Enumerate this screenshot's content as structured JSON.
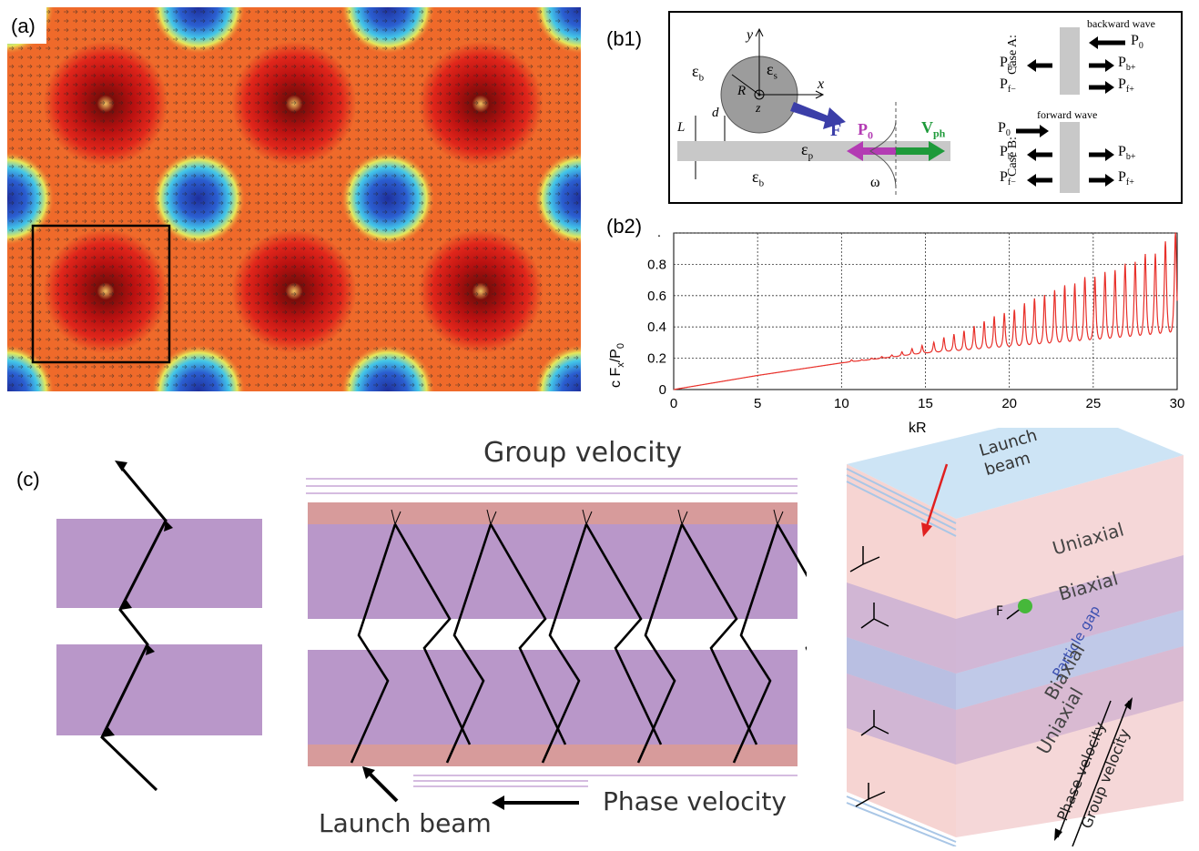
{
  "panel_labels": {
    "a": "(a)",
    "b1": "(b1)",
    "b2": "(b2)",
    "c": "(c)"
  },
  "b1": {
    "y": "y",
    "x": "x",
    "eps_b_top": "ε",
    "eps_b_top_sub": "b",
    "R": "R",
    "z": "z",
    "eps_s": "ε",
    "eps_s_sub": "s",
    "F": "F",
    "d": "d",
    "L": "L",
    "P0": "P",
    "P0_sub": "0",
    "Vph": "V",
    "Vph_sub": "ph",
    "eps_p": "ε",
    "eps_p_sub": "p",
    "eps_b_bot": "ε",
    "eps_b_bot_sub": "b",
    "omega": "ω",
    "caseA": "Case A:",
    "caseB": "Case B:",
    "backward": "backward wave",
    "forward": "forward wave",
    "P": "P",
    "s0": "0",
    "sbm": "b−",
    "sbp": "b+",
    "sfm": "f−",
    "sfp": "f+"
  },
  "chart_data": {
    "type": "line",
    "xlabel": "kR",
    "ylabel": "c F",
    "ylabel_sub": "x",
    "ylabel_tail": "/P",
    "ylabel_tail_sub": "0",
    "xlim": [
      0,
      30
    ],
    "ylim": [
      0,
      1.0
    ],
    "x_ticks": [
      0,
      5,
      10,
      15,
      20,
      25,
      30
    ],
    "y_ticks": [
      0,
      0.2,
      0.4,
      0.6,
      0.8
    ],
    "y_tick_labels": [
      "0",
      "0.2",
      "0.4",
      "0.6",
      "0.8"
    ],
    "top_tick_label": ".",
    "grid": true,
    "series_color": "#e8302a",
    "baseline": [
      [
        0,
        0
      ],
      [
        5,
        0.09
      ],
      [
        10,
        0.17
      ],
      [
        15,
        0.23
      ],
      [
        20,
        0.25
      ],
      [
        25,
        0.26
      ],
      [
        30,
        0.27
      ]
    ],
    "resonance_peaks": [
      [
        10.6,
        0.19
      ],
      [
        11.2,
        0.19
      ],
      [
        11.8,
        0.2
      ],
      [
        12.4,
        0.21
      ],
      [
        13.0,
        0.22
      ],
      [
        13.6,
        0.24
      ],
      [
        14.2,
        0.26
      ],
      [
        14.8,
        0.28
      ],
      [
        15.5,
        0.3
      ],
      [
        16.1,
        0.33
      ],
      [
        16.7,
        0.35
      ],
      [
        17.3,
        0.37
      ],
      [
        17.9,
        0.4
      ],
      [
        18.5,
        0.43
      ],
      [
        19.1,
        0.46
      ],
      [
        19.7,
        0.48
      ],
      [
        20.3,
        0.5
      ],
      [
        20.9,
        0.54
      ],
      [
        21.5,
        0.57
      ],
      [
        22.1,
        0.59
      ],
      [
        22.7,
        0.62
      ],
      [
        23.3,
        0.65
      ],
      [
        23.9,
        0.66
      ],
      [
        24.5,
        0.7
      ],
      [
        25.1,
        0.7
      ],
      [
        25.7,
        0.73
      ],
      [
        26.3,
        0.74
      ],
      [
        26.9,
        0.78
      ],
      [
        27.5,
        0.79
      ],
      [
        28.1,
        0.84
      ],
      [
        28.7,
        0.84
      ],
      [
        29.3,
        0.92
      ],
      [
        29.9,
        1.0
      ]
    ]
  },
  "c": {
    "group_velocity": "Group velocity",
    "phase_velocity": "Phase velocity",
    "launch_beam": "Launch beam",
    "launch_beam_3d": "Launch\nbeam",
    "uniaxial_top": "Uniaxial",
    "biaxial_top": "Biaxial",
    "particle_gap": "Particle gap",
    "biaxial_bot": "Biaxial",
    "uniaxial_bot": "Uniaxial",
    "F": "F",
    "phase_velocity_3d": "Phase velocity",
    "group_velocity_3d": "Group velocity"
  },
  "colors": {
    "purple": "#b997c9",
    "pink": "#d79b9b",
    "field_orange": "#ef6a2a",
    "field_red": "#d8201e",
    "field_blue": "#2b4fc4",
    "field_cyan": "#43c6e8"
  }
}
